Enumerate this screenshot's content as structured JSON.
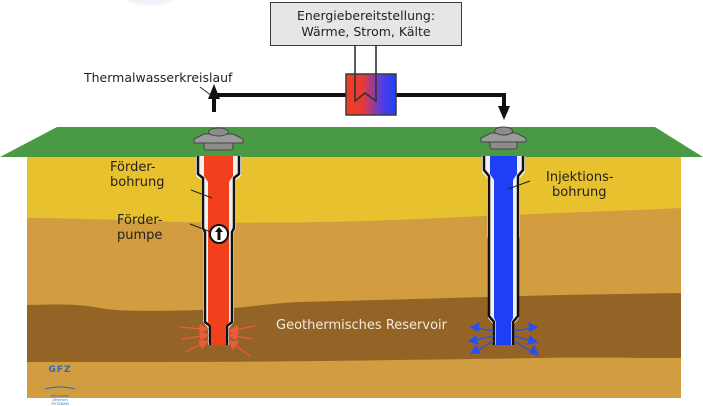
{
  "title": "Geothermie – Dublettensystem (Schema)",
  "energy_supply": {
    "line1": "Energiebereitstellung:",
    "line2": "Wärme, Strom, Kälte"
  },
  "labels": {
    "thermal_loop": "Thermalwasserkreislauf",
    "production_well_line1": "Förder-",
    "production_well_line2": "bohrung",
    "production_pump_line1": "Förder-",
    "production_pump_line2": "pumpe",
    "injection_well_line1": "Injektions-",
    "injection_well_line2": "bohrung",
    "reservoir": "Geothermisches Reservoir"
  },
  "logo": {
    "name": "GFZ",
    "subtitle": "Helmholtz-Zentrum POTSDAM"
  },
  "icons": {
    "heat_exchanger": "heat-exchanger-icon",
    "wellhead_left": "wellhead-icon",
    "wellhead_right": "wellhead-icon",
    "pump": "pump-icon",
    "flow_up": "arrow-up-icon",
    "flow_down": "arrow-down-icon"
  },
  "colors": {
    "surface_green": "#4a9a44",
    "topsoil_yellow": "#e8c12e",
    "soil_ochre": "#d19d40",
    "reservoir_brown": "#946426",
    "hot_water": "#f23f1c",
    "cold_water": "#1f3ff5",
    "casing_grey": "#8c8c8c",
    "box_grey": "#e6e6e6"
  }
}
